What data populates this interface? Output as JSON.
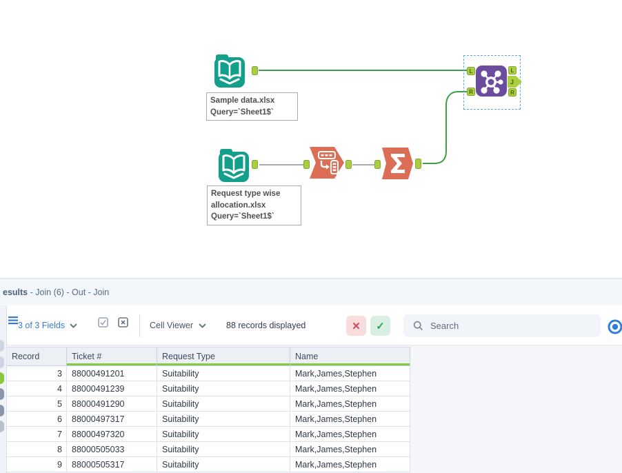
{
  "canvas": {
    "labels": {
      "input1": [
        "Sample data.xlsx",
        "Query=`Sheet1$`"
      ],
      "input2": [
        "Request type wise",
        "allocation.xlsx",
        "Query=`Sheet1$`"
      ]
    },
    "join_anchors": {
      "in_left": "L",
      "in_right": "R",
      "out_left": "L",
      "out_join": "J",
      "out_right": "R"
    },
    "icons": {
      "input_tool": "input-data-book-icon",
      "transpose_tool": "transpose-icon",
      "summarize_tool": "sigma-icon",
      "join_tool": "join-network-icon"
    }
  },
  "results": {
    "header": {
      "title_bold": "esults",
      "title_rest": " - Join (6) - Out - Join"
    },
    "toolbar": {
      "fields_selector": "3 of 3 Fields",
      "cell_viewer": "Cell Viewer",
      "records": "88 records displayed",
      "search_placeholder": "Search"
    },
    "table": {
      "columns": [
        "Record",
        "Ticket #",
        "Request Type",
        "Name"
      ],
      "rows": [
        [
          "3",
          "88000491201",
          "Suitability",
          "Mark,James,Stephen"
        ],
        [
          "4",
          "88000491239",
          "Suitability",
          "Mark,James,Stephen"
        ],
        [
          "5",
          "88000491290",
          "Suitability",
          "Mark,James,Stephen"
        ],
        [
          "6",
          "88000497317",
          "Suitability",
          "Mark,James,Stephen"
        ],
        [
          "7",
          "88000497320",
          "Suitability",
          "Mark,James,Stephen"
        ],
        [
          "8",
          "88000505033",
          "Suitability",
          "Mark,James,Stephen"
        ],
        [
          "9",
          "88000505317",
          "Suitability",
          "Mark,James,Stephen"
        ]
      ]
    }
  },
  "colors": {
    "tool_teal": "#12a08c",
    "tool_purple": "#6c4c9f",
    "tool_salmon": "#dc6e56",
    "anchor_green": "#a9ce3e",
    "connection_green": "#3ca047",
    "connection_grey": "#a6a9ad",
    "selection_blue": "#58a6df",
    "join_field_underline": "#82cb3f",
    "link_blue": "#3b7cc9",
    "radio_blue": "#2e7fd9",
    "error_red": "#d14b57",
    "ok_green": "#2e9e57"
  }
}
